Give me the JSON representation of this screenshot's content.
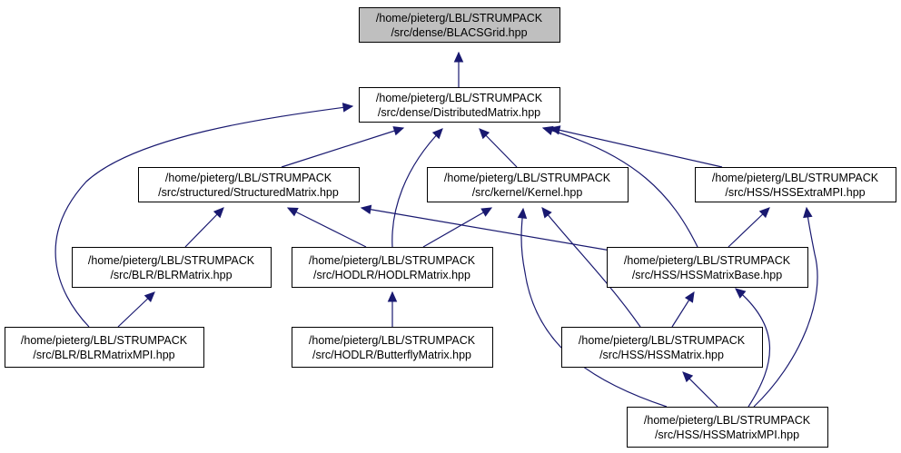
{
  "nodes": [
    {
      "id": "blacsgrid",
      "line1": "/home/pieterg/LBL/STRUMPACK",
      "line2": "/src/dense/BLACSGrid.hpp",
      "highlighted": true
    },
    {
      "id": "distributedmatrix",
      "line1": "/home/pieterg/LBL/STRUMPACK",
      "line2": "/src/dense/DistributedMatrix.hpp"
    },
    {
      "id": "structuredmatrix",
      "line1": "/home/pieterg/LBL/STRUMPACK",
      "line2": "/src/structured/StructuredMatrix.hpp"
    },
    {
      "id": "kernel",
      "line1": "/home/pieterg/LBL/STRUMPACK",
      "line2": "/src/kernel/Kernel.hpp"
    },
    {
      "id": "hssextrampi",
      "line1": "/home/pieterg/LBL/STRUMPACK",
      "line2": "/src/HSS/HSSExtraMPI.hpp"
    },
    {
      "id": "blrmatrix",
      "line1": "/home/pieterg/LBL/STRUMPACK",
      "line2": "/src/BLR/BLRMatrix.hpp"
    },
    {
      "id": "hodlrmatrix",
      "line1": "/home/pieterg/LBL/STRUMPACK",
      "line2": "/src/HODLR/HODLRMatrix.hpp"
    },
    {
      "id": "hssmatrixbase",
      "line1": "/home/pieterg/LBL/STRUMPACK",
      "line2": "/src/HSS/HSSMatrixBase.hpp"
    },
    {
      "id": "blrmatrixmpi",
      "line1": "/home/pieterg/LBL/STRUMPACK",
      "line2": "/src/BLR/BLRMatrixMPI.hpp"
    },
    {
      "id": "butterflymatrix",
      "line1": "/home/pieterg/LBL/STRUMPACK",
      "line2": "/src/HODLR/ButterflyMatrix.hpp"
    },
    {
      "id": "hssmatrix",
      "line1": "/home/pieterg/LBL/STRUMPACK",
      "line2": "/src/HSS/HSSMatrix.hpp"
    },
    {
      "id": "hssmatrixmpi",
      "line1": "/home/pieterg/LBL/STRUMPACK",
      "line2": "/src/HSS/HSSMatrixMPI.hpp"
    }
  ],
  "edges": [
    {
      "from": "distributedmatrix",
      "to": "blacsgrid"
    },
    {
      "from": "structuredmatrix",
      "to": "distributedmatrix"
    },
    {
      "from": "kernel",
      "to": "distributedmatrix"
    },
    {
      "from": "hssextrampi",
      "to": "distributedmatrix"
    },
    {
      "from": "hodlrmatrix",
      "to": "distributedmatrix"
    },
    {
      "from": "hssmatrixbase",
      "to": "distributedmatrix"
    },
    {
      "from": "blrmatrixmpi",
      "to": "distributedmatrix"
    },
    {
      "from": "blrmatrix",
      "to": "structuredmatrix"
    },
    {
      "from": "hodlrmatrix",
      "to": "structuredmatrix"
    },
    {
      "from": "hssmatrixbase",
      "to": "structuredmatrix"
    },
    {
      "from": "hodlrmatrix",
      "to": "kernel"
    },
    {
      "from": "hssmatrix",
      "to": "kernel"
    },
    {
      "from": "hssmatrixmpi",
      "to": "kernel"
    },
    {
      "from": "hssmatrixbase",
      "to": "hssextrampi"
    },
    {
      "from": "hssmatrixmpi",
      "to": "hssextrampi"
    },
    {
      "from": "blrmatrixmpi",
      "to": "blrmatrix"
    },
    {
      "from": "butterflymatrix",
      "to": "hodlrmatrix"
    },
    {
      "from": "hssmatrix",
      "to": "hssmatrixbase"
    },
    {
      "from": "hssmatrixmpi",
      "to": "hssmatrixbase"
    },
    {
      "from": "hssmatrixmpi",
      "to": "hssmatrix"
    }
  ]
}
